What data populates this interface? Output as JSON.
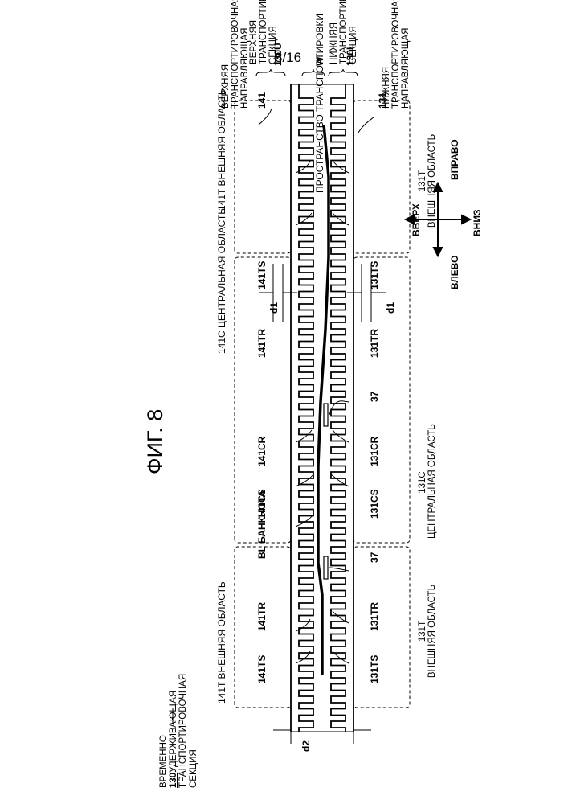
{
  "page": {
    "number": "8/16",
    "figure": "ФИГ. 8"
  },
  "holding_section": {
    "ref": "130",
    "lines": [
      "ВРЕМЕННО",
      "УДЕРЖИВАЮЩАЯ",
      "ТРАНСПОРТИРОВОЧНАЯ",
      "СЕКЦИЯ"
    ]
  },
  "upper_regions": {
    "outer_left": "141T ВНЕШНЯЯ ОБЛАСТЬ",
    "central": "141C ЦЕНТРАЛЬНАЯ ОБЛАСТЬ",
    "outer_right": "141T ВНЕШНЯЯ ОБЛАСТЬ"
  },
  "lower_regions": {
    "outer_left": {
      "ref": "131T",
      "text": "ВНЕШНЯЯ ОБЛАСТЬ"
    },
    "central": {
      "ref": "131C",
      "text": "ЦЕНТРАЛЬНАЯ ОБЛАСТЬ"
    },
    "outer_right": {
      "ref": "131T",
      "text": "ВНЕШНЯЯ ОБЛАСТЬ"
    }
  },
  "upper_refs": {
    "ts_left": "141TS",
    "tr_left": "141TR",
    "bl": "BL БАНКНОТА",
    "cs": "141CS",
    "cr": "141CR",
    "tr_right": "141TR",
    "ts_right": "141TS"
  },
  "lower_refs": {
    "ts_left": "131TS",
    "tr_left": "131TR",
    "r37_left": "37",
    "cs": "131CS",
    "cr": "131CR",
    "r37_right": "37",
    "tr_right": "131TR",
    "ts_right": "131TS"
  },
  "dims": {
    "d1_upper": "d1",
    "d1_lower": "d1",
    "d2": "d2"
  },
  "legend": {
    "r141": {
      "ref": "141",
      "lines": [
        "ВЕРХНЯЯ",
        "ТРАНСПОРТИРОВОЧНАЯ",
        "НАПРАВЛЯЮЩАЯ"
      ]
    },
    "r130U": {
      "ref": "130U",
      "lines": [
        "ВЕРХНЯЯ",
        "ТРАНСПОРТИРОВОЧНАЯ",
        "СЕКЦИЯ"
      ]
    },
    "rW": {
      "ref": "W",
      "text": "ПРОСТРАНСТВО ТРАНСПОРТИРОВКИ"
    },
    "r130L": {
      "ref": "130L",
      "lines": [
        "НИЖНЯЯ",
        "ТРАНСПОРТИРОВОЧНАЯ",
        "СЕКЦИЯ"
      ]
    },
    "r131": {
      "ref": "131",
      "lines": [
        "НИЖНЯЯ",
        "ТРАНСПОРТИРОВОЧНАЯ",
        "НАПРАВЛЯЮЩАЯ"
      ]
    }
  },
  "directions": {
    "up": "ВВЕРХ",
    "down": "ВНИЗ",
    "left": "ВЛЕВО",
    "right": "ВПРАВО"
  }
}
